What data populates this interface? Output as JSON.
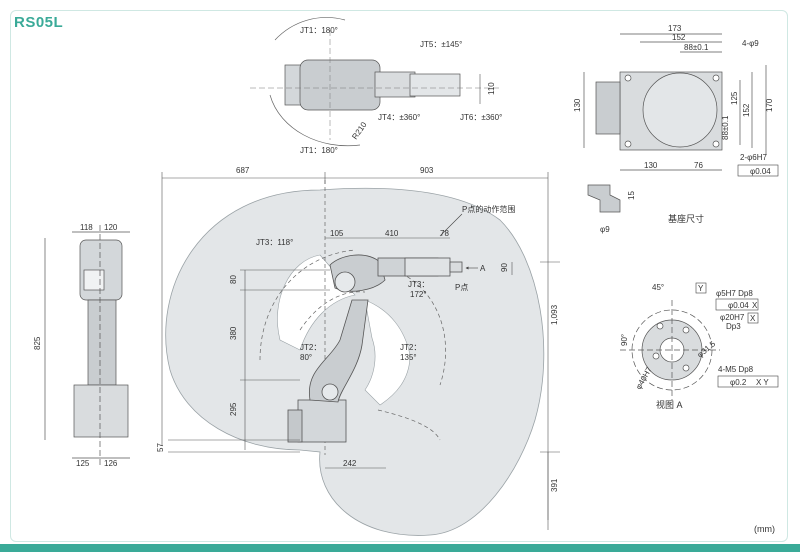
{
  "model": "RS05L",
  "unit": "(mm)",
  "top_view": {
    "jt1_top": "JT1：180°",
    "jt1_bottom": "JT1：180°",
    "jt5": "JT5：±145°",
    "jt4": "JT4：±360°",
    "jt6": "JT6：±360°",
    "r210": "R210",
    "dim_110": "110"
  },
  "side_view": {
    "dim_687": "687",
    "dim_903": "903",
    "range_label": "P点的动作范围",
    "jt3_118": "JT3：118°",
    "dim_105": "105",
    "dim_410": "410",
    "dim_78": "78",
    "dim_90": "90",
    "label_a": "A",
    "p_point": "P点",
    "jt3_172": "JT3：\n172°",
    "jt3_172_l1": "JT3：",
    "jt3_172_l2": "172°",
    "jt2_80_l1": "JT2：",
    "jt2_80_l2": "80°",
    "jt2_135_l1": "JT2：",
    "jt2_135_l2": "135°",
    "dim_80": "80",
    "dim_380": "380",
    "dim_295": "295",
    "dim_57": "57",
    "dim_242": "242",
    "dim_1093": "1,093",
    "dim_391": "391"
  },
  "front_view": {
    "dim_118": "118",
    "dim_120": "120",
    "dim_825": "825",
    "dim_125": "125",
    "dim_126": "126"
  },
  "base_view": {
    "dim_173": "173",
    "dim_152_top": "152",
    "dim_88_top": "88±0.1",
    "holes_4": "4-φ9",
    "dim_130_left": "130",
    "dim_125": "125",
    "dim_152_right": "152",
    "dim_170": "170",
    "dim_88_right": "88±0.1",
    "dim_130_bottom": "130",
    "dim_76": "76",
    "pins": "2-φ6H7",
    "tol_004": "φ0.04",
    "dim_15": "15",
    "dim_9": "φ9",
    "caption": "基座尺寸"
  },
  "flange_view": {
    "angle_45": "45°",
    "datum_y": "Y",
    "hole_5h7": "φ5H7 Dp8",
    "tol_004": "φ0.04",
    "datum_x1": "X",
    "bore_20h7": "φ20H7",
    "dp3": "Dp3",
    "datum_x2": "X",
    "angle_90": "90°",
    "pcd_31_5": "φ31.5",
    "pcd_40h7": "φ40H7",
    "m5": "4-M5 Dp8",
    "tol_02": "φ0.2",
    "datum_xy": "X Y",
    "caption": "视图 A"
  }
}
